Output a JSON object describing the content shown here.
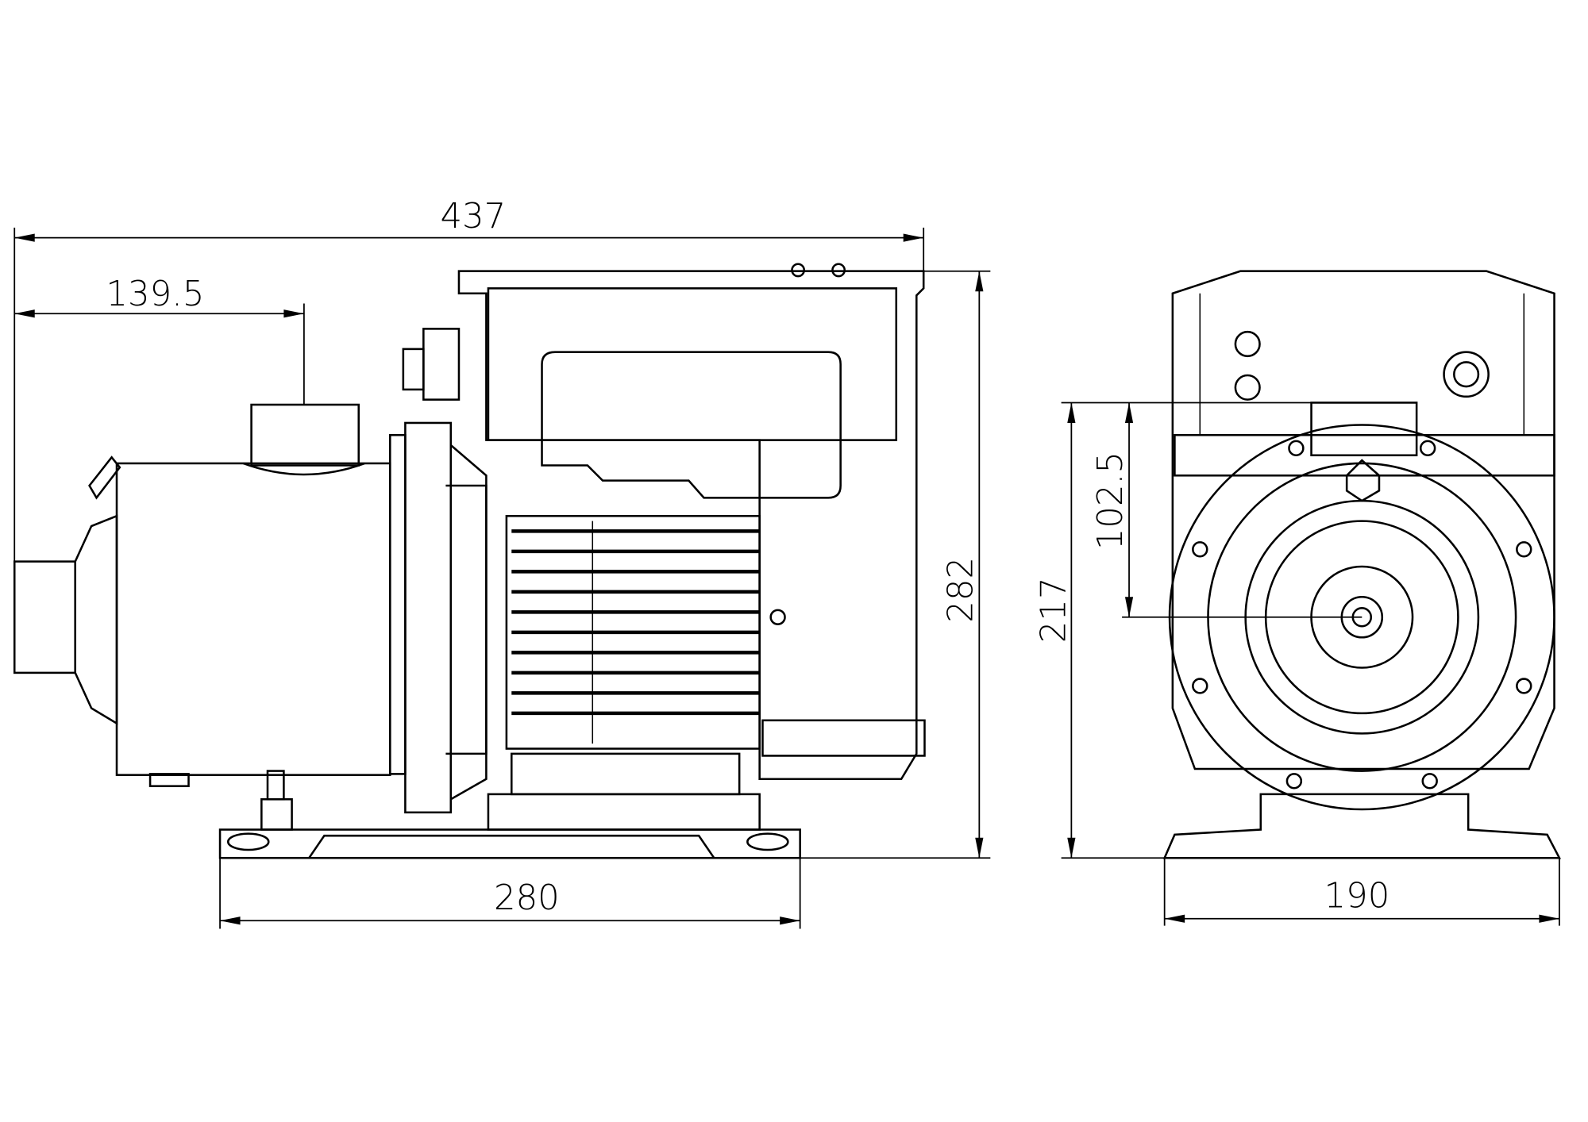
{
  "drawing": {
    "side_view": {
      "overall_length": "437",
      "inlet_offset": "139.5",
      "overall_height": "282",
      "base_length": "280"
    },
    "front_view": {
      "shaft_height": "217",
      "motor_top_to_shaft": "102.5",
      "base_width": "190"
    }
  }
}
